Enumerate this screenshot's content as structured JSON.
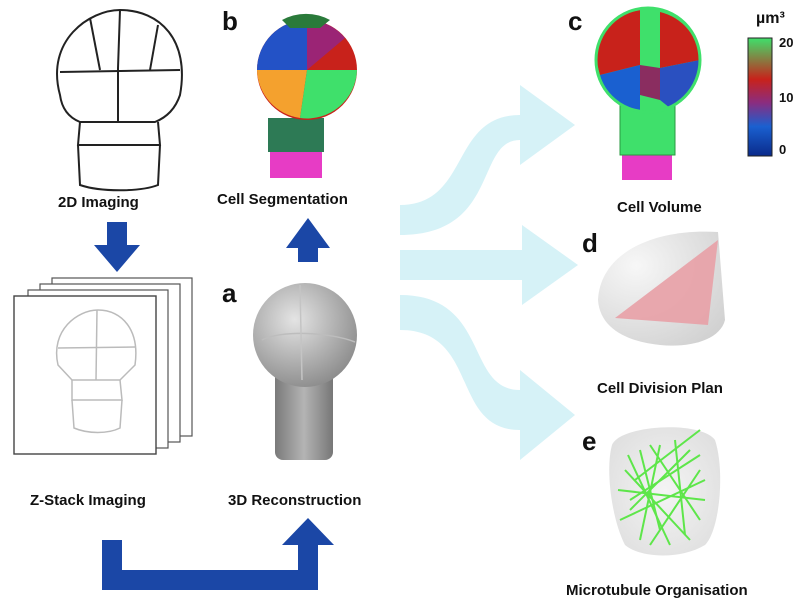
{
  "panel_letters": {
    "a": "a",
    "b": "b",
    "c": "c",
    "d": "d",
    "e": "e"
  },
  "captions": {
    "imaging_2d": "2D Imaging",
    "cell_segmentation": "Cell Segmentation",
    "z_stack": "Z-Stack Imaging",
    "reconstruction_3d": "3D Reconstruction",
    "cell_volume": "Cell Volume",
    "cell_division_plan": "Cell Division Plan",
    "microtubule": "Microtubule Organisation"
  },
  "colorbar": {
    "unit": "µm³",
    "ticks": [
      "20",
      "10",
      "0"
    ],
    "colors": [
      "#3fe06b",
      "#c8221b",
      "#1a50c0",
      "#0a2a8a"
    ]
  },
  "colors": {
    "arrow_dark": "#1b47a6",
    "arrow_light": "#d6f2f7",
    "gray_model": "#9a9a9a",
    "division_plane": "#e8a0a6",
    "microtubule": "#5ee64a"
  }
}
